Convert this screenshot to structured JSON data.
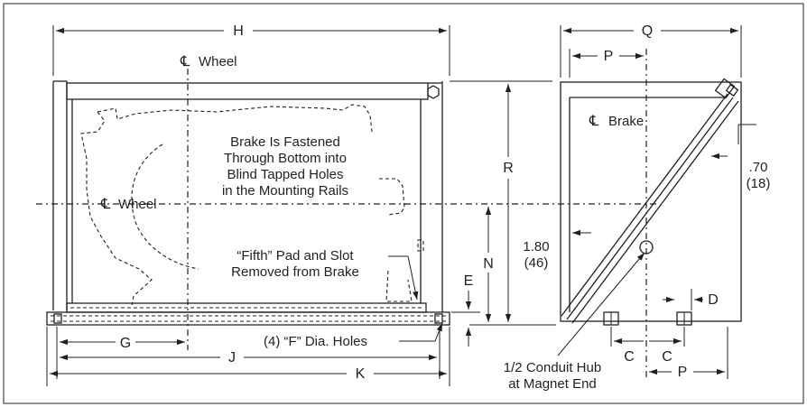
{
  "dimensions": {
    "H": "H",
    "Q": "Q",
    "P_top": "P",
    "P_bottom": "P",
    "R": "R",
    "N": "N",
    "E": "E",
    "G": "G",
    "J": "J",
    "K": "K",
    "C_left": "C",
    "C_right": "C",
    "D": "D"
  },
  "labels": {
    "cl_wheel_top": "Wheel",
    "cl_wheel_mid": "Wheel",
    "cl_brake": "Brake",
    "cl_symbol": "℄",
    "fasten_note": [
      "Brake Is Fastened",
      "Through Bottom into",
      "Blind Tapped Holes",
      "in the Mounting Rails"
    ],
    "fifth_pad_note": [
      "“Fifth” Pad and Slot",
      "Removed from Brake"
    ],
    "holes_note": "(4) “F” Dia. Holes",
    "conduit_note": [
      "1/2 Conduit Hub",
      "at Magnet End"
    ],
    "dim_070": ".70",
    "dim_070_mm": "(18)",
    "dim_180": "1.80",
    "dim_180_mm": "(46)"
  }
}
